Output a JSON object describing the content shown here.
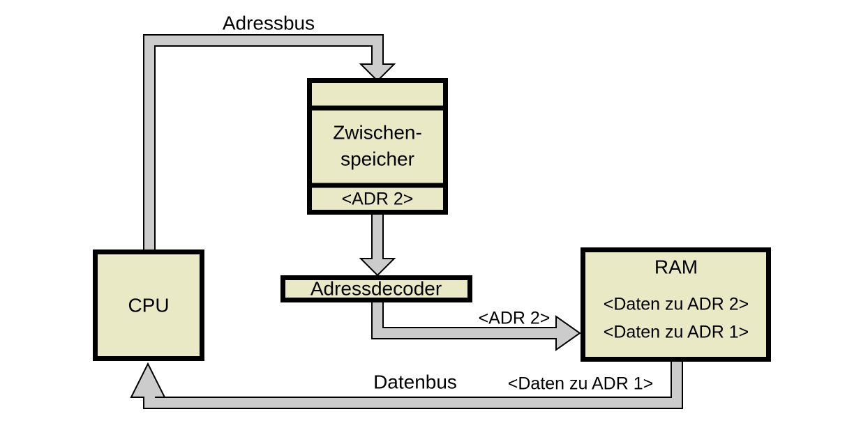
{
  "diagram": {
    "title_hidden": "",
    "colors": {
      "box_fill": "#e9e9c6",
      "bus_fill": "#cccccc",
      "outline": "#000000",
      "background": "#ffffff"
    },
    "nodes": {
      "cpu": {
        "label": "CPU"
      },
      "zwischenspeicher": {
        "label_line1": "Zwischen-",
        "label_line2": "speicher",
        "bottom_cell": "<ADR 2>",
        "top_cell": ""
      },
      "adressdecoder": {
        "label": "Adressdecoder"
      },
      "ram": {
        "title": "RAM",
        "row1": "<Daten zu ADR 2>",
        "row2": "<Daten zu ADR 1>"
      }
    },
    "bus_labels": {
      "address_bus": "Adressbus",
      "data_bus": "Datenbus",
      "decoder_to_ram": "<ADR 2>",
      "ram_to_cpu": "<Daten zu ADR 1>"
    }
  }
}
